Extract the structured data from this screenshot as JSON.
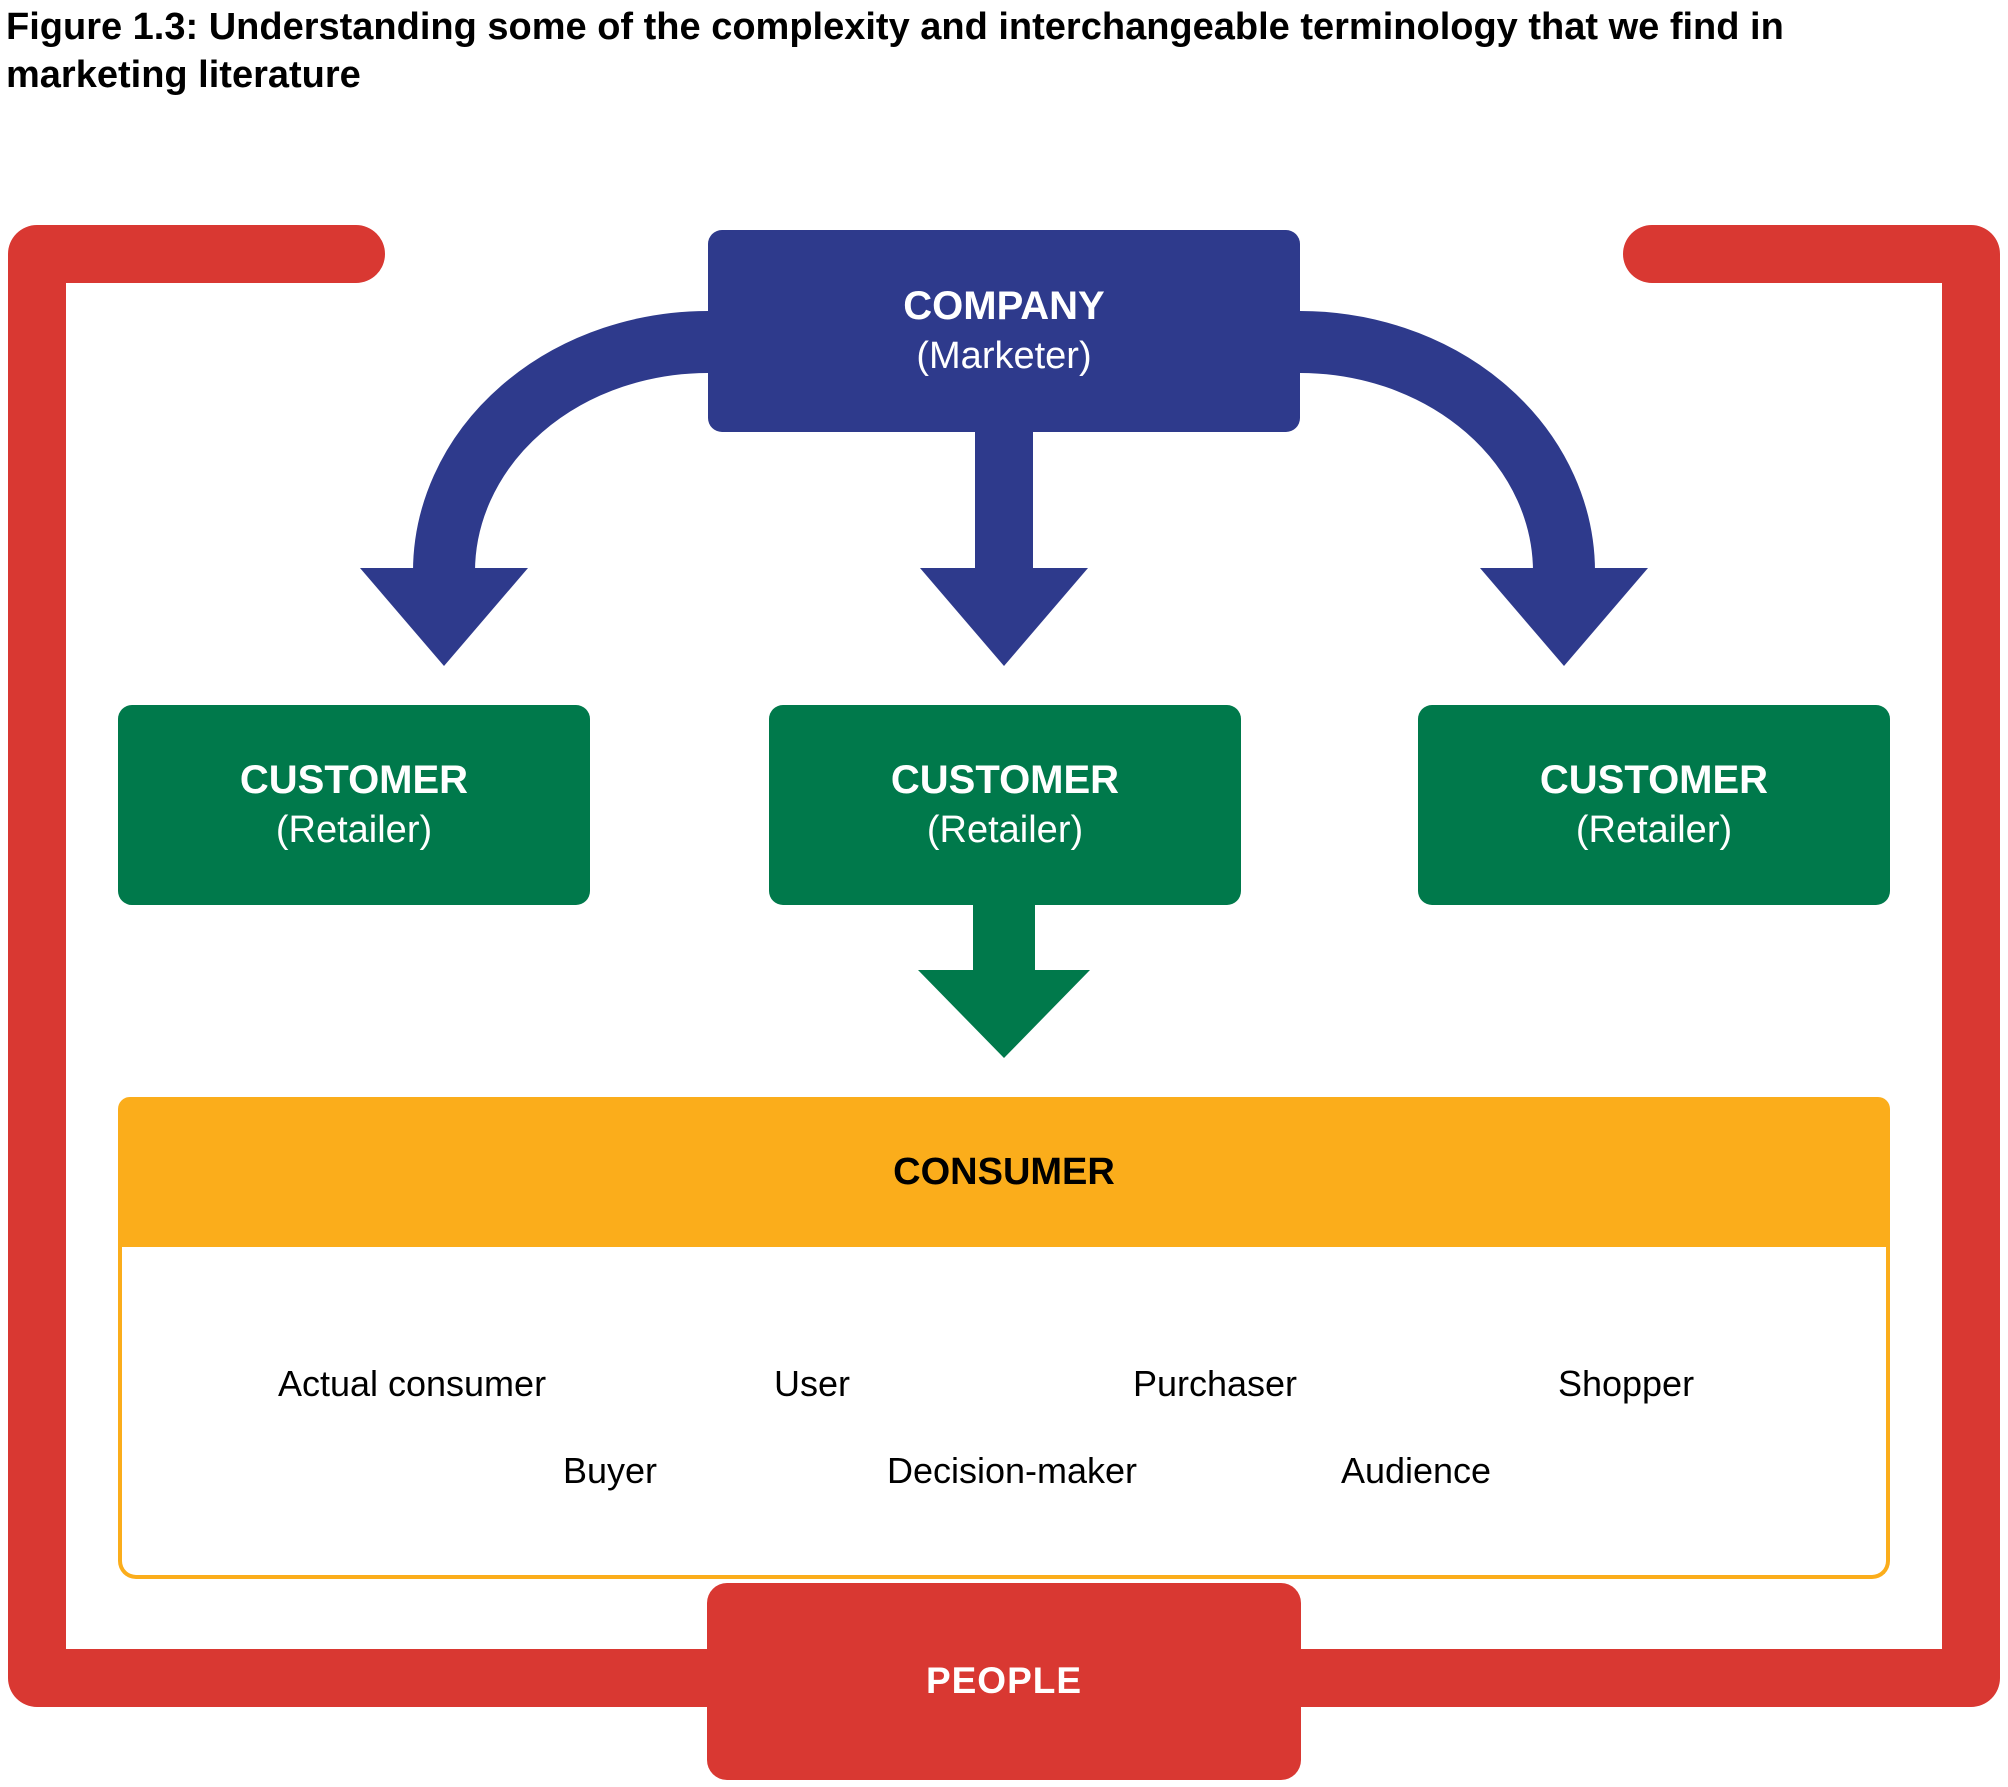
{
  "title": {
    "line1": "Figure 1.3: Understanding some of the complexity and interchangeable terminology that we find in",
    "line2": "marketing literature"
  },
  "company": {
    "name": "COMPANY",
    "subtitle": "(Marketer)"
  },
  "customers": [
    {
      "name": "CUSTOMER",
      "subtitle": "(Retailer)"
    },
    {
      "name": "CUSTOMER",
      "subtitle": "(Retailer)"
    },
    {
      "name": "CUSTOMER",
      "subtitle": "(Retailer)"
    }
  ],
  "consumer": {
    "header": "CONSUMER",
    "terms_row1": [
      "Actual consumer",
      "User",
      "Purchaser",
      "Shopper"
    ],
    "terms_row2": [
      "Buyer",
      "Decision-maker",
      "Audience"
    ]
  },
  "people": {
    "label": "PEOPLE"
  },
  "icons": [
    "down-arrow-icon",
    "curved-down-arrow-icon",
    "bracket-frame-icon"
  ],
  "colors": {
    "company_blue": "#2E3A8C",
    "customer_green": "#00794B",
    "consumer_orange": "#FBAD1B",
    "people_red": "#D93832",
    "text_black": "#000000",
    "text_white": "#FFFFFF"
  }
}
